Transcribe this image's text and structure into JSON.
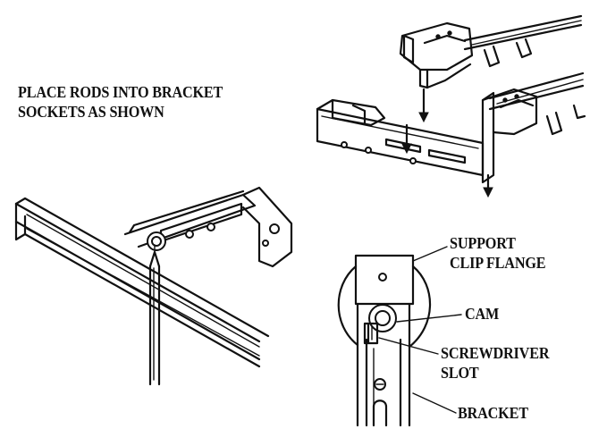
{
  "instruction": {
    "line1": "PLACE RODS INTO BRACKET",
    "line2": "SOCKETS AS SHOWN"
  },
  "callouts": {
    "support_line1": "SUPPORT",
    "support_line2": "CLIP FLANGE",
    "cam": "CAM",
    "screwdriver_line1": "SCREWDRIVER",
    "screwdriver_line2": "SLOT",
    "bracket": "BRACKET"
  },
  "colors": {
    "ink": "#111111",
    "paper": "#ffffff"
  }
}
